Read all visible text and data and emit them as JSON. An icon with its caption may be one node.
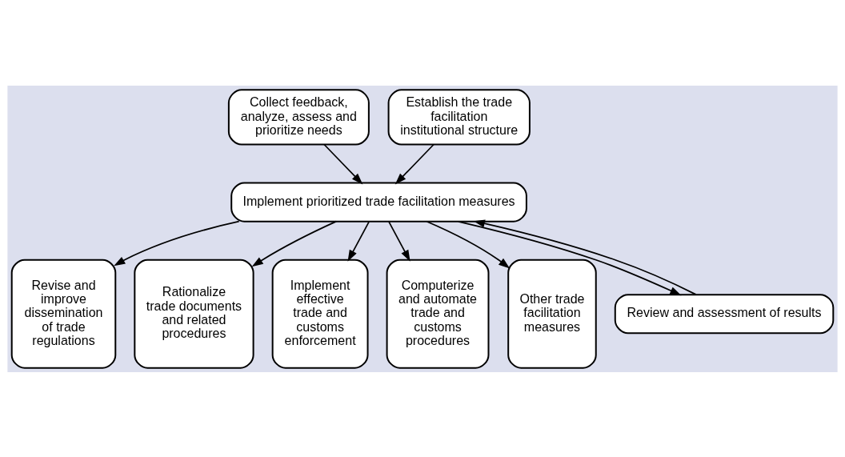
{
  "diagram": {
    "nodes": [
      {
        "text": [
          "Collect feedback, analyze, assess and prioritize needs"
        ]
      },
      {
        "text": [
          "Establish the trade facilitation institutional structure"
        ]
      },
      {
        "text": [
          "Implement prioritized trade facilitation measures"
        ]
      },
      {
        "text": [
          "Revise and improve dissemination of trade regulations"
        ]
      },
      {
        "text": [
          "Rationalize trade documents and related procedures"
        ]
      },
      {
        "text": [
          "Implement effective trade and customs enforcement"
        ]
      },
      {
        "text": [
          "Computerize and automate trade and customs procedures"
        ]
      },
      {
        "text": [
          "Other trade facilitation measures"
        ]
      },
      {
        "text": [
          "Review and assessment of results"
        ]
      }
    ],
    "edges": [
      {
        "from": 0,
        "to": 2,
        "arrow": "to"
      },
      {
        "from": 1,
        "to": 2,
        "arrow": "to"
      },
      {
        "from": 2,
        "to": 3,
        "arrow": "to"
      },
      {
        "from": 2,
        "to": 4,
        "arrow": "to"
      },
      {
        "from": 2,
        "to": 5,
        "arrow": "to"
      },
      {
        "from": 2,
        "to": 6,
        "arrow": "to"
      },
      {
        "from": 2,
        "to": 7,
        "arrow": "to"
      },
      {
        "from": 2,
        "to": 8,
        "arrow": "to"
      },
      {
        "from": 8,
        "to": 2,
        "arrow": "to"
      }
    ]
  }
}
